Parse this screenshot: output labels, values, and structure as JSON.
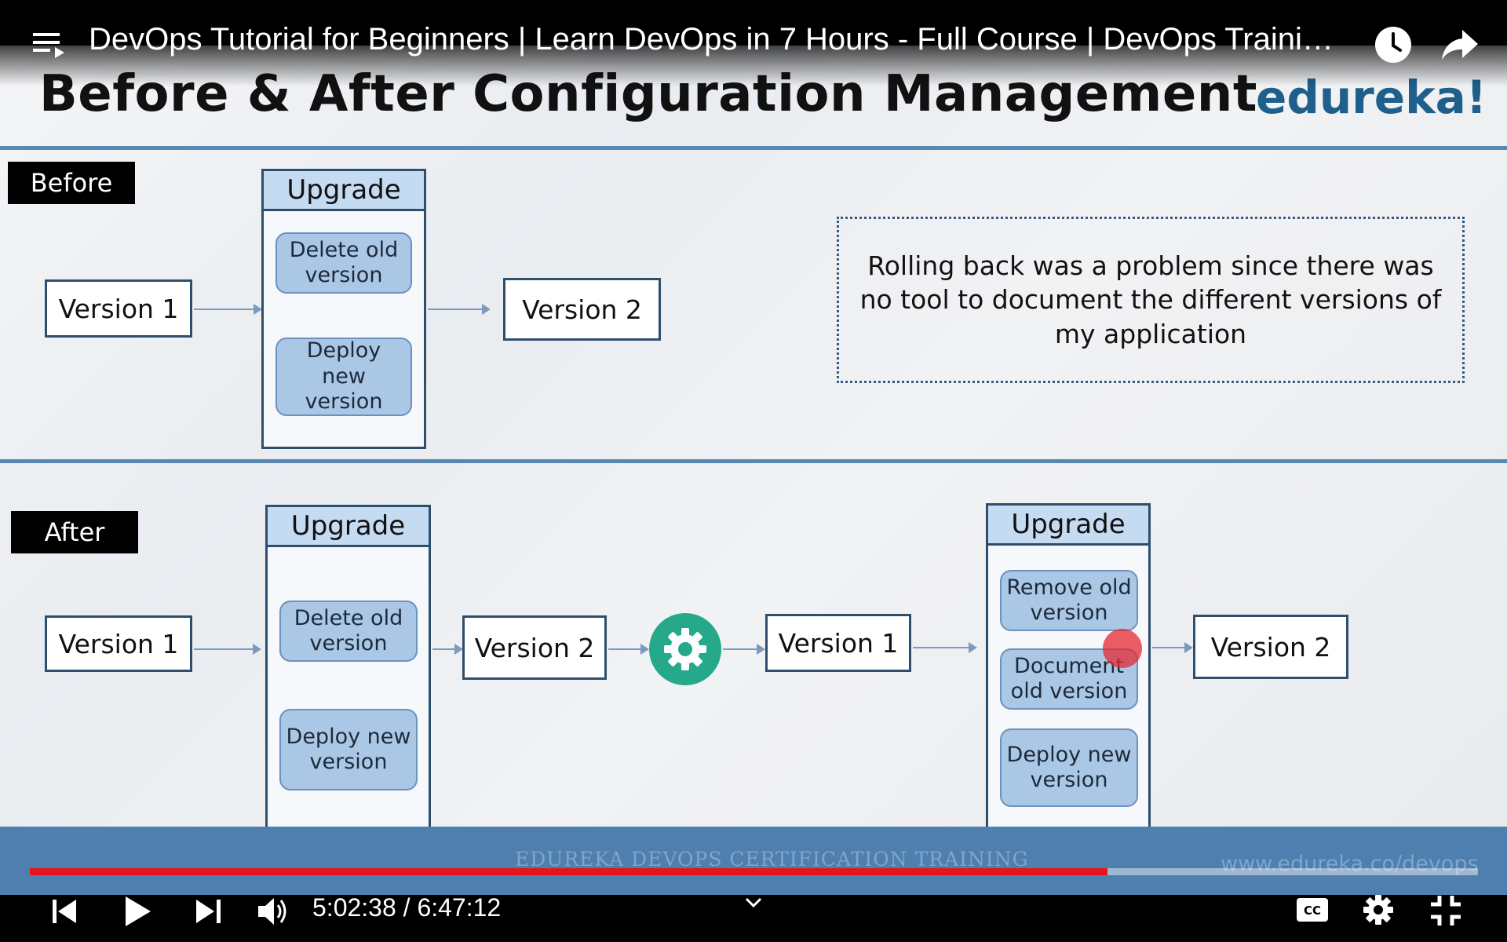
{
  "player": {
    "video_title": "DevOps Tutorial for Beginners | Learn DevOps in 7 Hours - Full Course | DevOps Traini…",
    "current_time": "5:02:38",
    "duration": "6:47:12",
    "time_display": "5:02:38 / 6:47:12",
    "progress_fraction": 0.744,
    "icons": [
      "playlist-icon",
      "watch-later-icon",
      "share-icon",
      "previous-icon",
      "play-icon",
      "next-icon",
      "volume-icon",
      "chevron-down-icon",
      "captions-icon",
      "settings-icon",
      "exit-fullscreen-icon"
    ],
    "colors": {
      "progress": "#e6141b",
      "background": "#000000"
    }
  },
  "slide": {
    "title": "Before & After Configuration Management",
    "logo": "edureka!",
    "before": {
      "tag": "Before",
      "version_from": "Version 1",
      "upgrade_title": "Upgrade",
      "steps": [
        "Delete old version",
        "Deploy new version"
      ],
      "version_to": "Version 2",
      "note": "Rolling back was a problem since there was no tool to document the different versions of my application"
    },
    "after": {
      "tag": "After",
      "first": {
        "version_from": "Version 1",
        "upgrade_title": "Upgrade",
        "steps": [
          "Delete old version",
          "Deploy new version"
        ],
        "version_to": "Version 2"
      },
      "second": {
        "version_from": "Version 1",
        "upgrade_title": "Upgrade",
        "steps": [
          "Remove old version",
          "Document old version",
          "Deploy new version"
        ],
        "version_to": "Version 2"
      }
    },
    "footer": {
      "training": "EDUREKA DEVOPS CERTIFICATION TRAINING",
      "url": "www.edureka.co/devops"
    },
    "colors": {
      "accent_line": "#5b87b5",
      "gear": "#26a88a",
      "logo": "#1f5f8c",
      "step_fill": "#aac7e6"
    }
  }
}
